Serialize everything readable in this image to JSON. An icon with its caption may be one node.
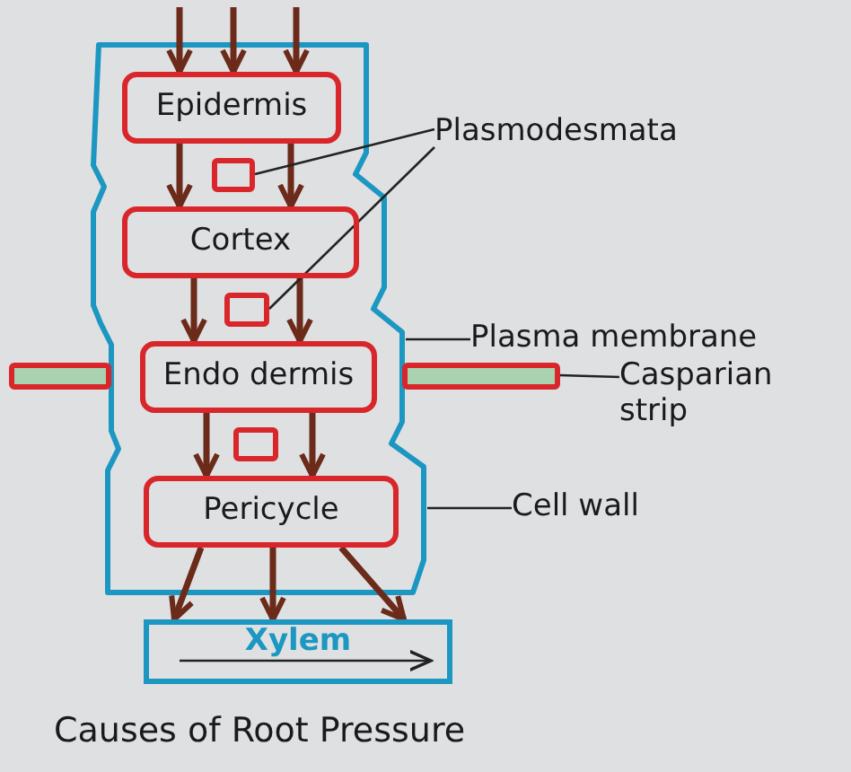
{
  "diagram": {
    "caption": "Causes of Root Pressure",
    "nodes": [
      {
        "text": [
          "Epidermis"
        ]
      },
      {
        "text": [
          "Cortex"
        ]
      },
      {
        "text": [
          "Endo dermis"
        ]
      },
      {
        "text": [
          "Pericycle"
        ]
      },
      {
        "text": [
          "Xylem"
        ]
      },
      {
        "text": [
          "Plasmodesmata"
        ]
      },
      {
        "text": [
          "Plasma membrane"
        ]
      },
      {
        "text": [
          "Casparian strip"
        ]
      },
      {
        "text": [
          "Cell wall"
        ]
      },
      {
        "text": [],
        "shape": "box"
      },
      {
        "text": [],
        "shape": "box"
      },
      {
        "text": [],
        "shape": "box"
      },
      {
        "text": [],
        "shape": "bar"
      },
      {
        "text": [],
        "shape": "bar"
      }
    ],
    "edges": [
      {
        "from": null,
        "to": 0,
        "arrow": "to"
      },
      {
        "from": null,
        "to": 0,
        "arrow": "to"
      },
      {
        "from": null,
        "to": 0,
        "arrow": "to"
      },
      {
        "from": 0,
        "to": 1,
        "arrow": "to"
      },
      {
        "from": 0,
        "to": 1,
        "arrow": "to"
      },
      {
        "from": 1,
        "to": 2,
        "arrow": "to"
      },
      {
        "from": 1,
        "to": 2,
        "arrow": "to"
      },
      {
        "from": 2,
        "to": 3,
        "arrow": "to"
      },
      {
        "from": 2,
        "to": 3,
        "arrow": "to"
      },
      {
        "from": 3,
        "to": 4,
        "arrow": "to"
      },
      {
        "from": 3,
        "to": 4,
        "arrow": "to"
      },
      {
        "from": 3,
        "to": 4,
        "arrow": "to"
      },
      {
        "from": 5,
        "to": 9,
        "arrow": "none"
      },
      {
        "from": 5,
        "to": 10,
        "arrow": "none"
      },
      {
        "from": 6,
        "to": null,
        "arrow": "none"
      },
      {
        "from": 7,
        "to": 13,
        "arrow": "none"
      },
      {
        "from": 8,
        "to": null,
        "arrow": "none"
      }
    ]
  }
}
